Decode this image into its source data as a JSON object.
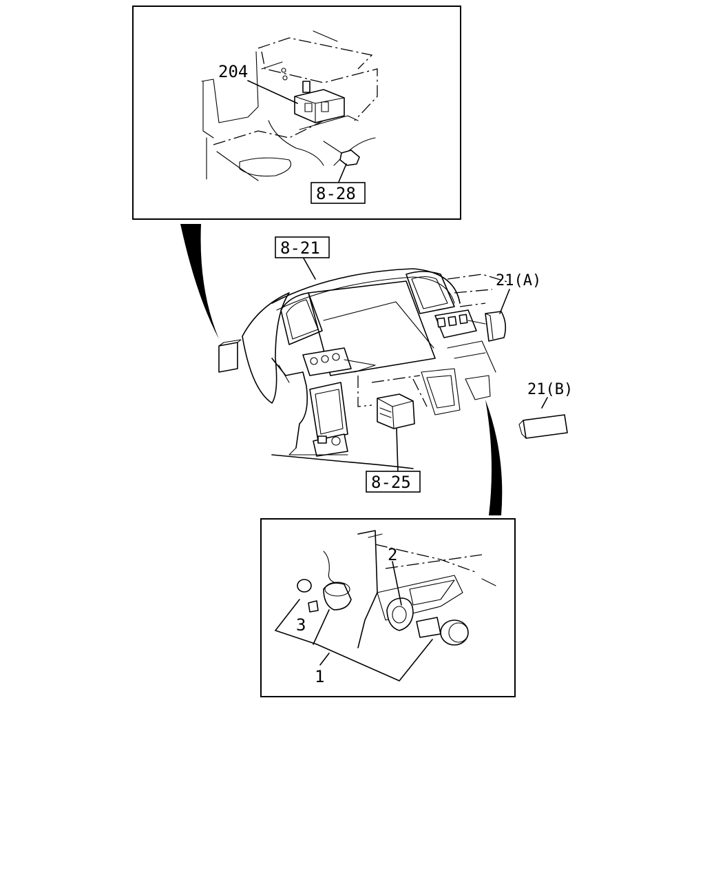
{
  "labels": {
    "relay": "204",
    "ref_bolt": "8-28",
    "ref_dash": "8-21",
    "ref_switch": "8-25",
    "cover_a": "21(A)",
    "cover_b": "21(B)",
    "lighter_assy": "1",
    "lighter_socket": "2",
    "lighter_bulb": "3"
  }
}
